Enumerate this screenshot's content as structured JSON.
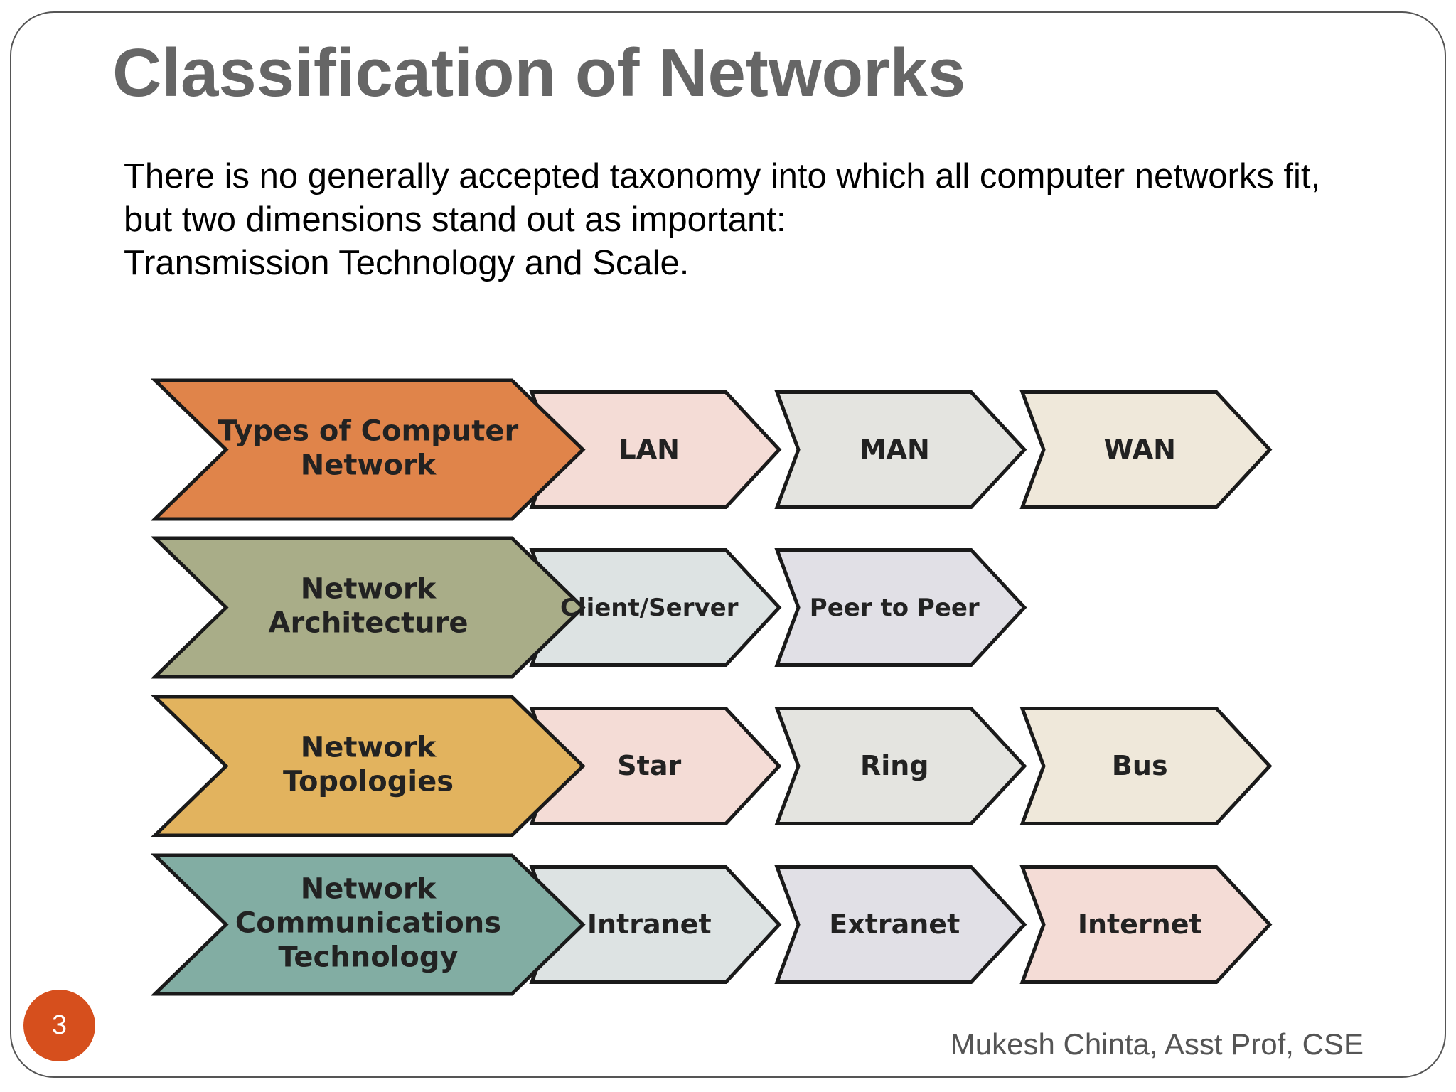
{
  "slide": {
    "title": "Classification of Networks",
    "intro_lines": [
      "There is no generally accepted taxonomy into which all computer networks fit,",
      "but two dimensions stand out as important:",
      "Transmission Technology and  Scale."
    ],
    "page_number": "3",
    "footer": "Mukesh Chinta, Asst Prof, CSE"
  },
  "diagram": {
    "rows": [
      {
        "head_lines": [
          "Types of Computer",
          "Network"
        ],
        "head_color": "#e0844a",
        "items": [
          {
            "label": "LAN",
            "color": "#f4dcd6"
          },
          {
            "label": "MAN",
            "color": "#e4e4e0"
          },
          {
            "label": "WAN",
            "color": "#efe8da"
          }
        ]
      },
      {
        "head_lines": [
          "Network",
          "Architecture"
        ],
        "head_color": "#a9ad88",
        "items": [
          {
            "label": "Client/Server",
            "color": "#dde3e3"
          },
          {
            "label": "Peer to Peer",
            "color": "#e1e0e6"
          }
        ]
      },
      {
        "head_lines": [
          "Network",
          "Topologies"
        ],
        "head_color": "#e2b35e",
        "items": [
          {
            "label": "Star",
            "color": "#f4dcd6"
          },
          {
            "label": "Ring",
            "color": "#e4e4e0"
          },
          {
            "label": "Bus",
            "color": "#efe8da"
          }
        ]
      },
      {
        "head_lines": [
          "Network",
          "Communications",
          "Technology"
        ],
        "head_color": "#82ada3",
        "items": [
          {
            "label": "Intranet",
            "color": "#dde3e3"
          },
          {
            "label": "Extranet",
            "color": "#e1e0e6"
          },
          {
            "label": "Internet",
            "color": "#f4dcd6"
          }
        ]
      }
    ]
  }
}
